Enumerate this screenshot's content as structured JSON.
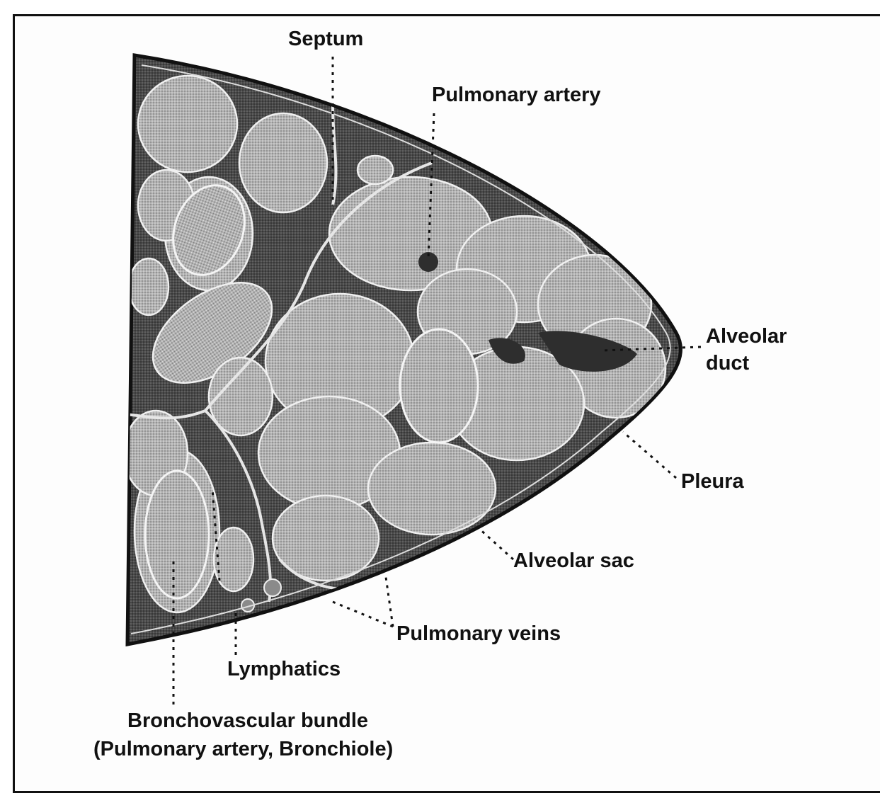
{
  "labels": {
    "septum": "Septum",
    "pulmonary_artery": "Pulmonary artery",
    "alveolar_duct": [
      "Alveolar",
      "duct"
    ],
    "pleura": "Pleura",
    "alveolar_sac": "Alveolar sac",
    "pulmonary_veins": "Pulmonary veins",
    "lymphatics": "Lymphatics",
    "bronchovascular_bundle": [
      "Bronchovascular bundle",
      "(Pulmonary artery, Bronchiole)"
    ]
  },
  "colors": {
    "tissue_dark": "#3a3a3a",
    "alveoli_light": "#a9a9a9",
    "outline": "#111111",
    "background": "#fdfdfd"
  }
}
